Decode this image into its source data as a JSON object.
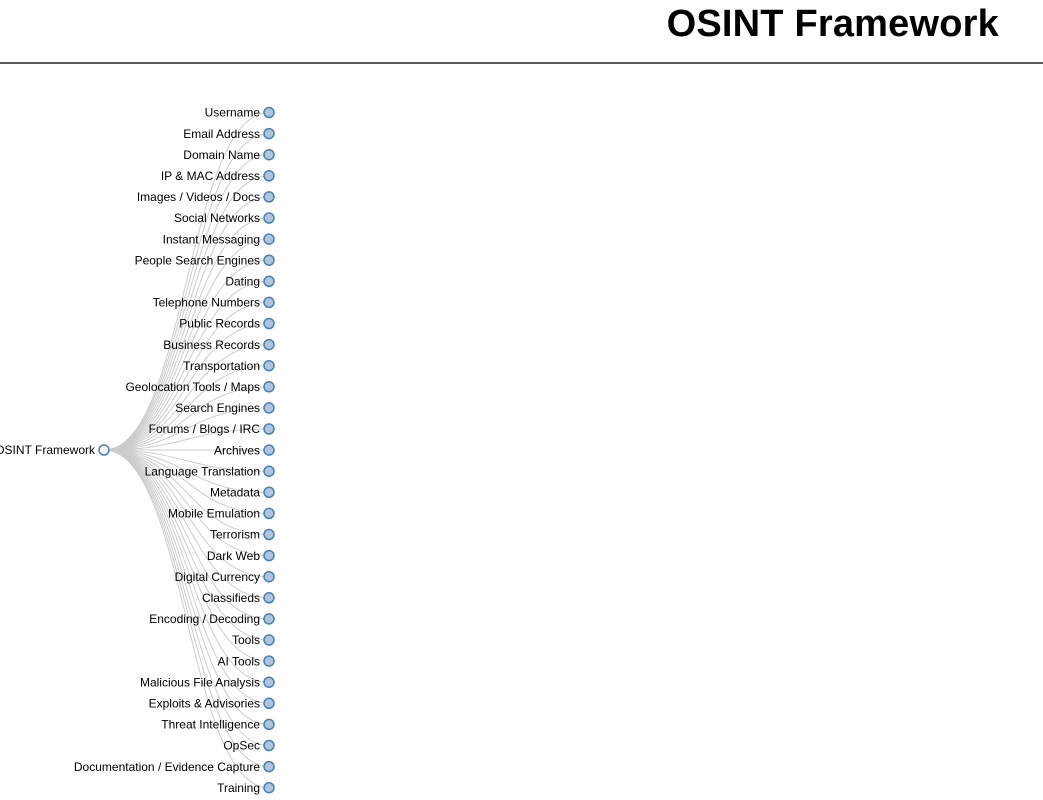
{
  "header": {
    "title": "OSINT Framework"
  },
  "tree": {
    "root": "OSINT Framework",
    "children": [
      "Username",
      "Email Address",
      "Domain Name",
      "IP & MAC Address",
      "Images / Videos / Docs",
      "Social Networks",
      "Instant Messaging",
      "People Search Engines",
      "Dating",
      "Telephone Numbers",
      "Public Records",
      "Business Records",
      "Transportation",
      "Geolocation Tools / Maps",
      "Search Engines",
      "Forums / Blogs / IRC",
      "Archives",
      "Language Translation",
      "Metadata",
      "Mobile Emulation",
      "Terrorism",
      "Dark Web",
      "Digital Currency",
      "Classifieds",
      "Encoding / Decoding",
      "Tools",
      "AI Tools",
      "Malicious File Analysis",
      "Exploits & Advisories",
      "Threat Intelligence",
      "OpSec",
      "Documentation / Evidence Capture",
      "Training"
    ]
  },
  "colors": {
    "node_fill_collapsed": "#b0c4de",
    "node_fill_root": "#ffffff",
    "node_stroke": "#4682b4",
    "link": "#cccccc",
    "header_rule": "#595959"
  },
  "icons": {
    "node": "circle-node-icon"
  }
}
